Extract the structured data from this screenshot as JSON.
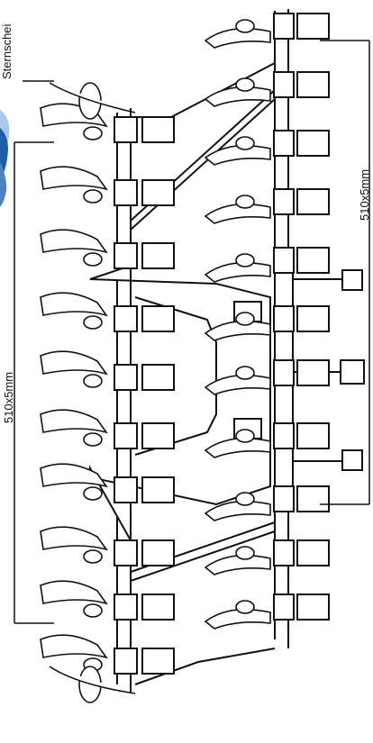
{
  "labels": {
    "top_part": "Sternschei",
    "left_dimension": "510x5mm",
    "right_dimension": "510x5mm"
  },
  "colors": {
    "line": "#111111",
    "fill_part": "#ffffff",
    "accent_logo": "#1f5fa8",
    "accent_logo_light": "#a9c8ec"
  },
  "icons": {
    "brand": "brand-logo-fragment"
  }
}
